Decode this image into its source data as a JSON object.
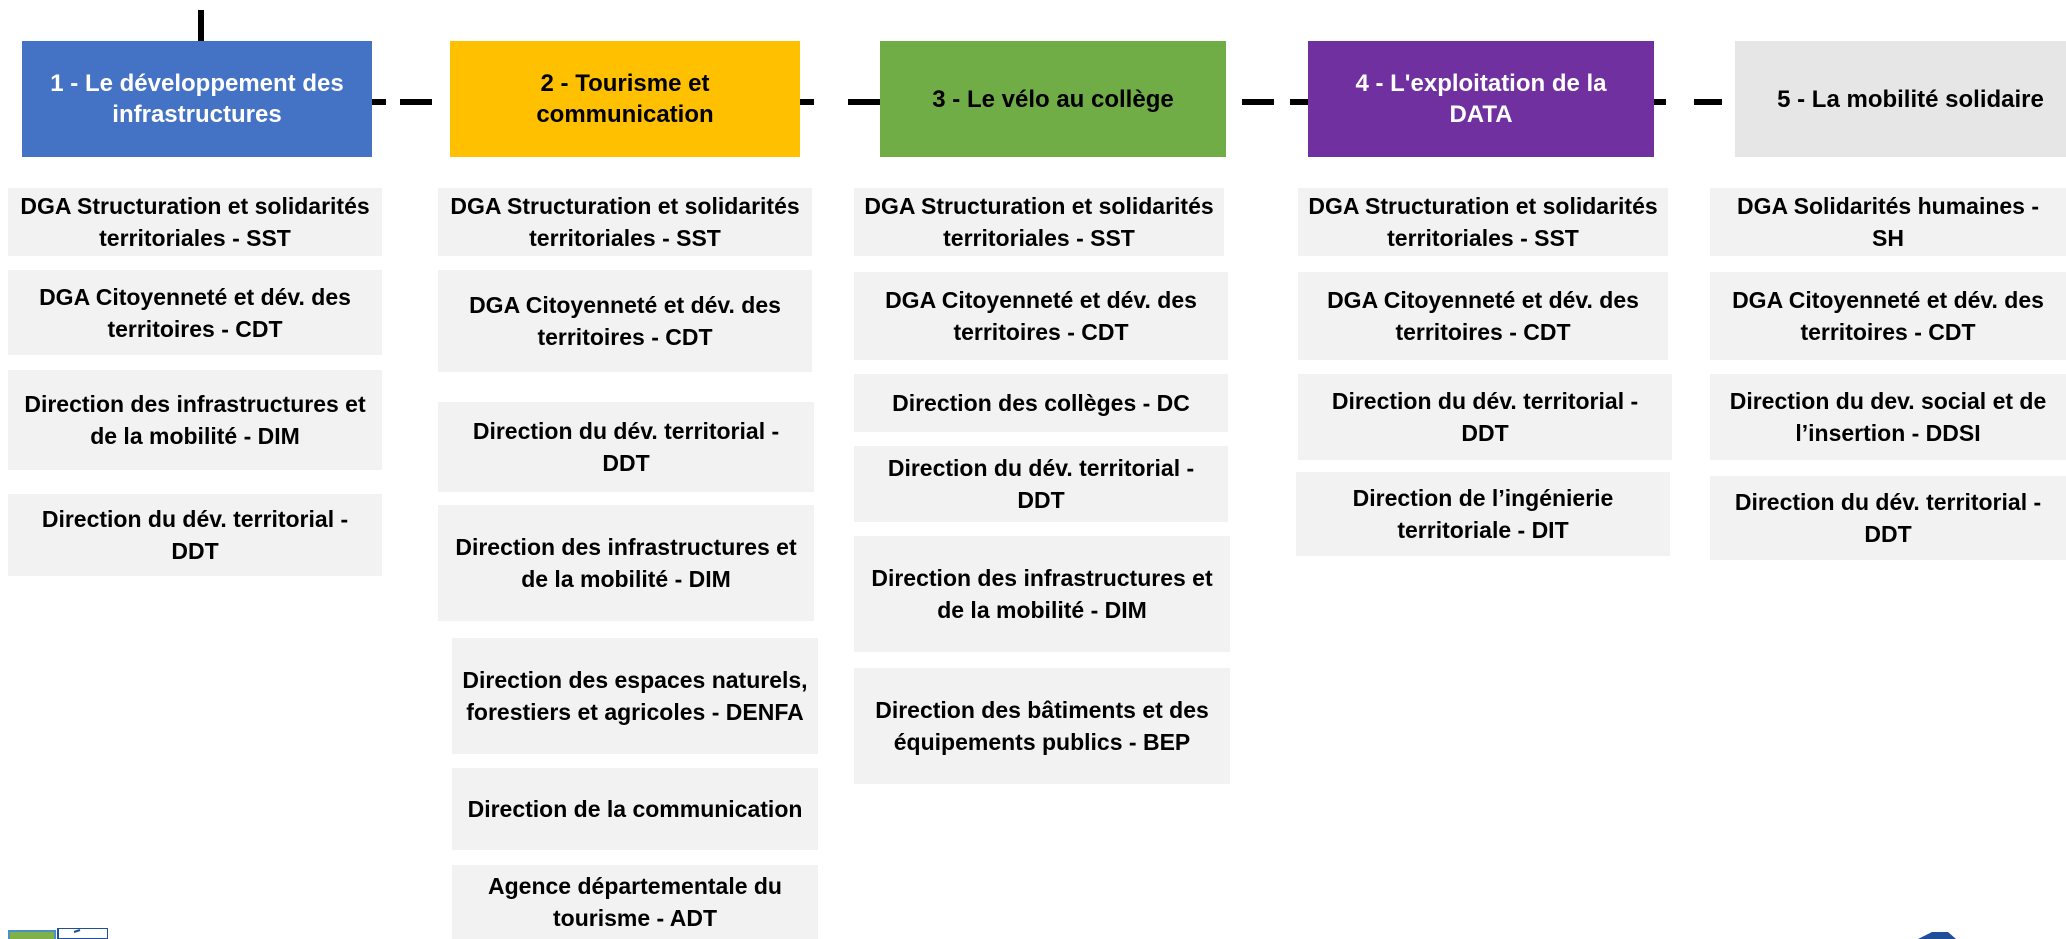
{
  "axes": [
    {
      "title": "1 - Le développement des infrastructures",
      "color": "#4472c4",
      "text_color": "#ffffff",
      "entities": [
        "DGA Structuration et solidarités territoriales - SST",
        "DGA Citoyenneté et dév. des territoires - CDT",
        "Direction des infrastructures et de la mobilité - DIM",
        "Direction du dév. territorial - DDT"
      ]
    },
    {
      "title": "2 - Tourisme et communication",
      "color": "#ffc000",
      "text_color": "#000000",
      "entities": [
        "DGA Structuration et solidarités territoriales - SST",
        "DGA Citoyenneté et dév. des territoires - CDT",
        "Direction du dév. territorial - DDT",
        "Direction des infrastructures et de la mobilité - DIM",
        "Direction des espaces naturels, forestiers et agricoles - DENFA",
        "Direction de la communication",
        "Agence départementale du tourisme - ADT"
      ]
    },
    {
      "title": "3 - Le vélo au collège",
      "color": "#70ad47",
      "text_color": "#000000",
      "entities": [
        "DGA Structuration et solidarités territoriales - SST",
        "DGA Citoyenneté et dév. des territoires - CDT",
        "Direction des collèges - DC",
        "Direction du dév. territorial - DDT",
        "Direction des infrastructures et de la mobilité - DIM",
        "Direction des bâtiments et des équipements publics - BEP"
      ]
    },
    {
      "title": "4 - L'exploitation de la DATA",
      "color": "#7030a0",
      "text_color": "#ffffff",
      "entities": [
        "DGA Structuration et solidarités territoriales - SST",
        "DGA Citoyenneté et dév. des territoires - CDT",
        "Direction du dév. territorial - DDT",
        "Direction de l’ingénierie territoriale - DIT"
      ]
    },
    {
      "title": "5 - La mobilité solidaire",
      "color": "#e7e6e6",
      "text_color": "#000000",
      "entities": [
        "DGA Solidarités humaines - SH",
        "DGA Citoyenneté et dév. des territoires - CDT",
        "Direction du dev. social et de l’insertion - DDSI",
        "Direction du dév. territorial - DDT"
      ]
    }
  ]
}
